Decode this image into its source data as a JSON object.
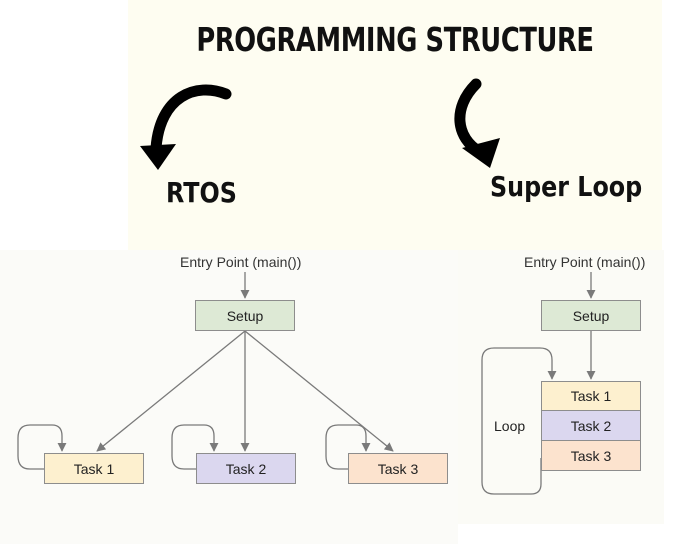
{
  "title": "PROGRAMMING STRUCTURE",
  "rtos_label": "RTOS",
  "superloop_label": "Super Loop",
  "rtos_diagram": {
    "entry": "Entry Point (main())",
    "setup": "Setup",
    "tasks": [
      "Task 1",
      "Task 2",
      "Task 3"
    ]
  },
  "superloop_diagram": {
    "entry": "Entry Point (main())",
    "setup": "Setup",
    "tasks": [
      "Task 1",
      "Task 2",
      "Task 3"
    ],
    "loop_label": "Loop"
  },
  "colors": {
    "setup": "#dde9d5",
    "task1": "#fdf0cf",
    "task2": "#dbd7ef",
    "task3": "#fce3ce",
    "line": "#7a7a7a"
  }
}
